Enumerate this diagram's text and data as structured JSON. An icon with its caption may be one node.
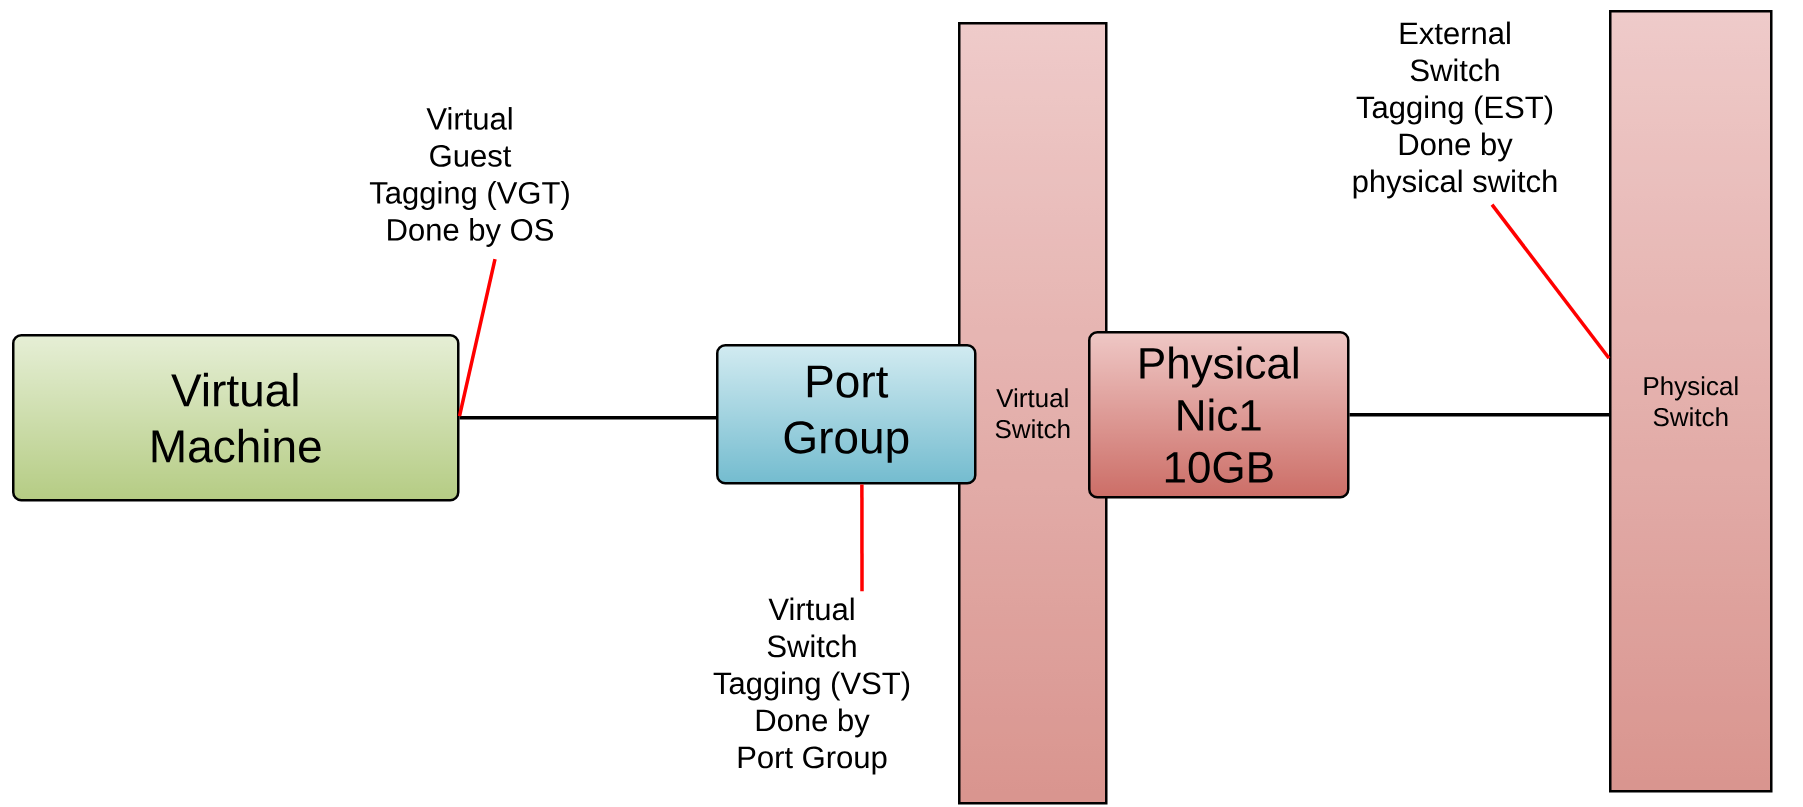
{
  "diagram": {
    "nodes": [
      {
        "text": [
          "Virtual Machine"
        ]
      },
      {
        "text": [
          "Virtual Guest Tagging (VGT) Done by OS"
        ]
      },
      {
        "text": [
          "Port Group"
        ]
      },
      {
        "text": [
          "Virtual Switch Tagging (VST) Done by Port Group"
        ]
      },
      {
        "text": [
          "Virtual Switch"
        ]
      },
      {
        "text": [
          "Physical Nic1 10GB"
        ]
      },
      {
        "text": [
          "External Switch Tagging (EST) Done by physical switch"
        ]
      },
      {
        "text": [
          "Physical Switch"
        ]
      }
    ],
    "edges": [
      {
        "from": 0,
        "to": 2,
        "arrow": "none",
        "color": "#000000"
      },
      {
        "from": 5,
        "to": 7,
        "arrow": "none",
        "color": "#000000"
      },
      {
        "from": 1,
        "to": 0,
        "arrow": "none",
        "color": "#ff0000"
      },
      {
        "from": 3,
        "to": 2,
        "arrow": "none",
        "color": "#ff0000"
      },
      {
        "from": 6,
        "to": 7,
        "arrow": "none",
        "color": "#ff0000"
      }
    ]
  }
}
